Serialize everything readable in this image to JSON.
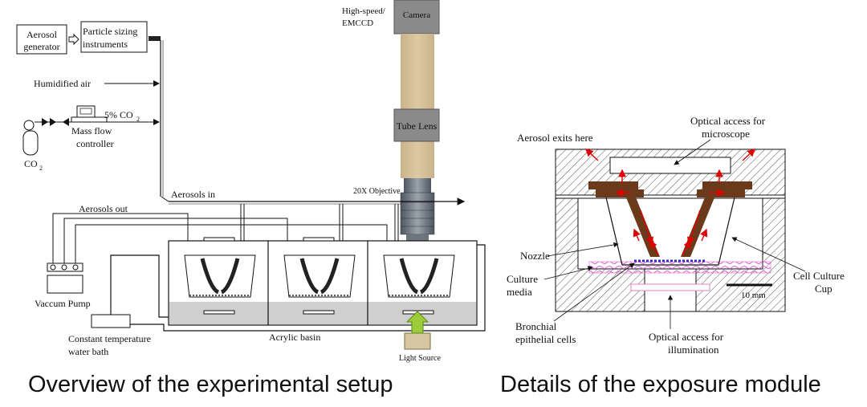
{
  "left": {
    "caption": "Overview of the experimental setup",
    "labels": {
      "aerosol_generator_1": "Aerosol",
      "aerosol_generator_2": "generator",
      "particle_sizing_1": "Particle sizing",
      "particle_sizing_2": "instruments",
      "humidified_air": "Humidified air",
      "co2_percent": "5% CO",
      "co2_sub": "2",
      "mfc_1": "Mass flow",
      "mfc_2": "controller",
      "co2_tank": "CO",
      "co2_tank_sub": "2",
      "camera_type_1": "High-speed/",
      "camera_type_2": "EMCCD",
      "camera": "Camera",
      "tube_lens": "Tube Lens",
      "objective": "20X Objective",
      "aerosols_in": "Aerosols in",
      "aerosols_out": "Aerosols out",
      "vacuum_pump": "Vaccum Pump",
      "water_bath_1": "Constant temperature",
      "water_bath_2": "water bath",
      "acrylic_basin": "Acrylic basin",
      "light_source": "Light Source"
    }
  },
  "right": {
    "caption": "Details of the exposure module",
    "labels": {
      "aerosol_exits": "Aerosol exits here",
      "optical_microscope_1": "Optical access for",
      "optical_microscope_2": "microscope",
      "nozzle": "Nozzle",
      "culture_media_1": "Culture",
      "culture_media_2": "media",
      "cell_culture_cup_1": "Cell Culture",
      "cell_culture_cup_2": "Cup",
      "scale": "10 mm",
      "bronchial_1": "Bronchial",
      "bronchial_2": "epithelial cells",
      "optical_illum_1": "Optical access for",
      "optical_illum_2": "illumination"
    }
  }
}
